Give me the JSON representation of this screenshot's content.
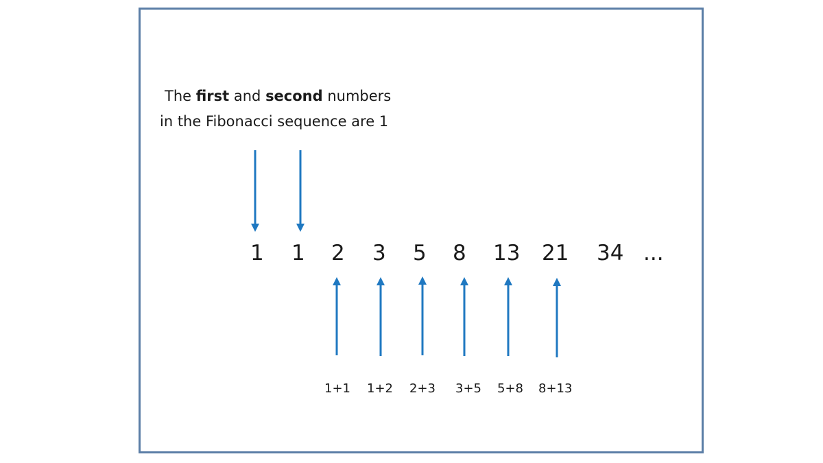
{
  "caption": {
    "line1_pre": "The ",
    "line1_bold1": "first",
    "line1_mid": " and ",
    "line1_bold2": "second",
    "line1_post": " numbers",
    "line2": "in the Fibonacci sequence are 1"
  },
  "sequence": [
    "1",
    "1",
    "2",
    "3",
    "5",
    "8",
    "13",
    "21",
    "34",
    "..."
  ],
  "sums": [
    "1+1",
    "1+2",
    "2+3",
    "3+5",
    "5+8",
    "8+13"
  ],
  "colors": {
    "arrow": "#1f78c1",
    "frame": "#5b7ea6",
    "text": "#1a1a1a"
  }
}
